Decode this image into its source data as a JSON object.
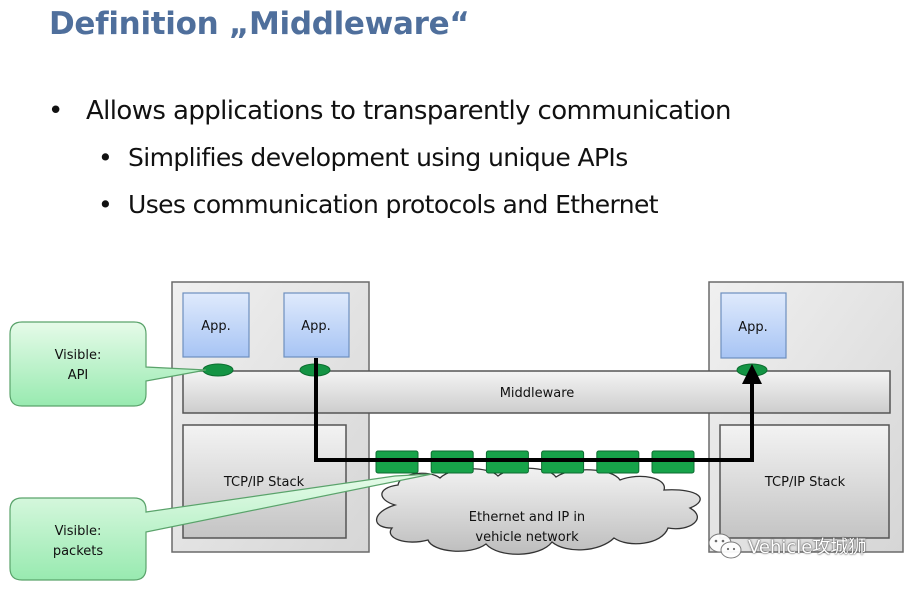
{
  "slide": {
    "title": "Definition „Middleware“",
    "bullets": [
      {
        "level": 1,
        "text": "Allows applications to transparently communication"
      },
      {
        "level": 2,
        "text": "Simplifies development using unique APIs"
      },
      {
        "level": 2,
        "text": "Uses communication protocols and Ethernet"
      }
    ],
    "bullet_glyph": "•"
  },
  "diagram": {
    "left_node": {
      "apps": [
        "App.",
        "App."
      ],
      "stack_label": "TCP/IP Stack"
    },
    "right_node": {
      "apps": [
        "App."
      ],
      "stack_label": "TCP/IP Stack"
    },
    "middleware_label": "Middleware",
    "network_label_line1": "Ethernet and IP in",
    "network_label_line2": "vehicle network",
    "packet_count": 6,
    "callouts": {
      "api": {
        "line1": "Visible:",
        "line2": "API"
      },
      "packets": {
        "line1": "Visible:",
        "line2": "packets"
      }
    },
    "colors": {
      "title": "#4f6f9c",
      "app_fill_top": "#dbe8fb",
      "app_fill_bottom": "#a9c6f5",
      "app_border": "#6b8fbf",
      "node_fill": "#e6e6e6",
      "node_border": "#777777",
      "packet_fill": "#17a34a",
      "callout_fill": "#b9f3c9",
      "api_dot": "#149444",
      "path": "#000000"
    }
  },
  "watermark": {
    "icon": "wechat-icon",
    "text": "Vehicle攻城狮"
  }
}
